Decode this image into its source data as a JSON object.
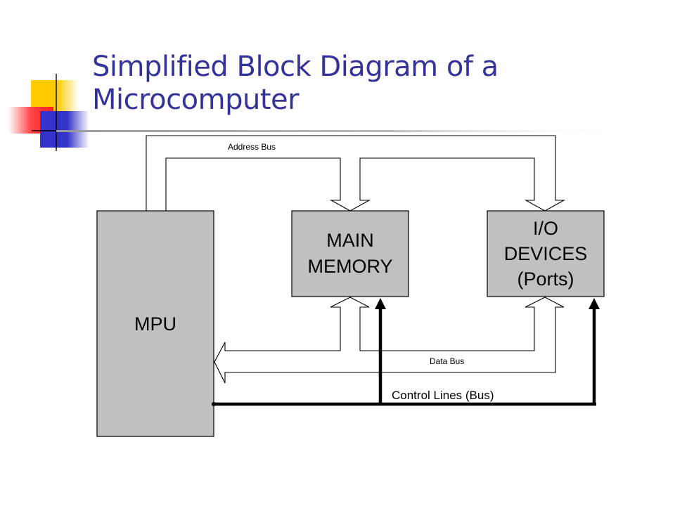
{
  "slide": {
    "title_line1": "Simplified Block Diagram of a",
    "title_line2": "Microcomputer",
    "accent_colors": {
      "title": "#333399",
      "yellow": "#ffcc00",
      "red": "#ff3333",
      "blue": "#3333cc",
      "block_fill": "#c0c0c0"
    }
  },
  "diagram": {
    "blocks": {
      "mpu": "MPU",
      "memory_line1": "MAIN",
      "memory_line2": "MEMORY",
      "io_line1": "I/O",
      "io_line2": "DEVICES",
      "io_line3": "(Ports)"
    },
    "buses": {
      "address": "Address Bus",
      "data": "Data Bus",
      "control": "Control Lines (Bus)"
    }
  }
}
